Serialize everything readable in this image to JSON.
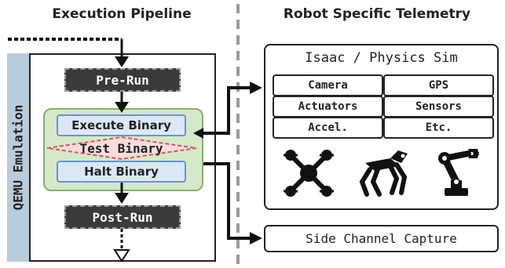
{
  "left": {
    "title": "Execution Pipeline",
    "qemu_label": "QEMU Emulation",
    "pre_run": "Pre-Run",
    "execute_binary": "Execute Binary",
    "test_binary": "Test Binary",
    "halt_binary": "Halt Binary",
    "post_run": "Post-Run"
  },
  "right": {
    "title": "Robot Specific Telemetry",
    "sim_title": "Isaac / Physics Sim",
    "sensors": [
      "Camera",
      "GPS",
      "Actuators",
      "Sensors",
      "Accel.",
      "Etc."
    ],
    "side_channel": "Side Channel Capture",
    "icons": [
      "drone-icon",
      "quadruped-robot-icon",
      "robot-arm-icon"
    ]
  },
  "colors": {
    "qemu_side": "#b9ccdc",
    "stage_box": "#3a3a3a",
    "binary_group_fill": "#d5e9c9",
    "binary_group_border": "#85b06a",
    "binary_box_fill": "#dce8f8",
    "binary_box_border": "#6d93cf",
    "test_diamond_fill": "#f9dcdc",
    "test_diamond_border": "#d05a5a",
    "divider": "#9a9a9a"
  }
}
